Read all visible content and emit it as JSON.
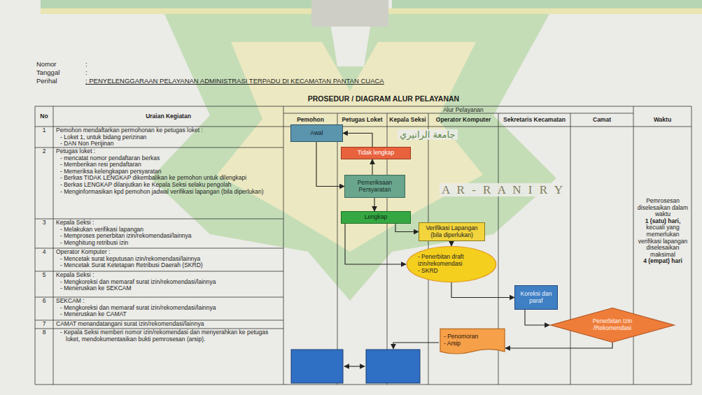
{
  "diagram": {
    "title": "PROSEDUR / DIAGRAM ALUR PELAYANAN",
    "nodes": [
      {
        "text": [
          "Awal"
        ]
      },
      {
        "text": [
          "Tidak lengkap"
        ]
      },
      {
        "text": [
          "Pemeriksaan Persyaratan"
        ]
      },
      {
        "text": [
          "Lengkap"
        ]
      },
      {
        "text": [
          "Verifikasi Lapangan (bila diperlukan)"
        ]
      },
      {
        "text": [
          "- Penerbitan draft izin/rekomendasi",
          "- SKRD"
        ]
      },
      {
        "text": [
          "Koreksi dan paraf"
        ]
      },
      {
        "text": [
          "Penerbitan Izin /Rekomendasi"
        ]
      },
      {
        "text": [
          "- Penomoran",
          "- Arsip"
        ]
      }
    ],
    "edges": [
      {
        "from": 0,
        "to": 2,
        "arrow": "to"
      },
      {
        "from": 2,
        "to": 1,
        "arrow": "to"
      },
      {
        "from": 1,
        "to": 0,
        "arrow": "to"
      },
      {
        "from": 2,
        "to": 3,
        "arrow": "to"
      },
      {
        "from": 3,
        "to": 4,
        "arrow": "to"
      },
      {
        "from": 3,
        "to": 5,
        "arrow": "to"
      },
      {
        "from": 4,
        "to": 5,
        "arrow": "to"
      },
      {
        "from": 5,
        "to": 6,
        "arrow": "to"
      },
      {
        "from": 6,
        "to": 7,
        "arrow": "to"
      },
      {
        "from": 7,
        "to": 8,
        "arrow": "to"
      }
    ],
    "labels": [
      "Nomor",
      ":",
      "Tanggal",
      ":",
      "Perihal",
      ": PENYELENGGARAAN PELAYANAN ADMINISTRASI TERPADU DI KECAMATAN PANTAN CUACA",
      "Alur Pelayanan",
      "No",
      "Uraian Kegiatan",
      "Pemohon",
      "Petugas Loket",
      "Kepala Seksi",
      "Operator Komputer",
      "Sekretaris Kecamatan",
      "Camat",
      "Waktu",
      "1",
      "Pemohon mendaftarkan permohonan ke petugas loket :",
      "- Loket 1, untuk bidang perizinan",
      "- DAN Non Perijinan",
      "2",
      "Petugas loket :",
      "- mencatat nomor pendaftaran berkas",
      "- Memberikan resi pendaftaran",
      "- Memeriksa kelengkapan persyaratan",
      "- Berkas TIDAK LENGKAP dikembalikan ke pemohon untuk dilengkapi",
      "- Berkas LENGKAP dilanjutkan ke Kepala Seksi selaku pengolah",
      "- Menginformasikan kpd pemohon jadwal verifikasi lapangan (bila diperlukan)",
      "3",
      "Kepala Seksi :",
      "- Melakukan verifikasi lapangan",
      "- Memproses penerbitan izin/rekomendasi/lainnya",
      "- Menghitung retribusi izin",
      "4",
      "Operator Komputer :",
      "- Mencetak surat keputusan izin/rekomendasi/lainnya",
      "- Mencetak Surat Ketetapan Retribusi Daerah (SKRD)",
      "5",
      "Kepala Seksi :",
      "- Mengkoreksi dan memaraf surat izin/rekomendasi/lainnya",
      "- Meneruskan ke SEKCAM",
      "6",
      "SEKCAM :",
      "- Mengkoreksi dan memaraf surat izin/rekomendasi/lainnya",
      "- Meneruskan ke CAMAT",
      "7",
      "CAMAT menandatangani surat izin/rekomendasi/lainnya",
      "8",
      "- Kepala Seksi memberi nomor izin/rekomendasi dan menyerahkan ke petugas loket, mendokumentasikan bukti pemrosesan (arsip).",
      "Pemrosesan diselesaikan dalam waktu",
      "1 (satu) hari,",
      "kecuali yang memerlukan verifikasi lapangan diselesaikan maksimal",
      "4 (empat) hari",
      "جامعة الرانيري",
      "A R - R A N I R Y"
    ]
  }
}
